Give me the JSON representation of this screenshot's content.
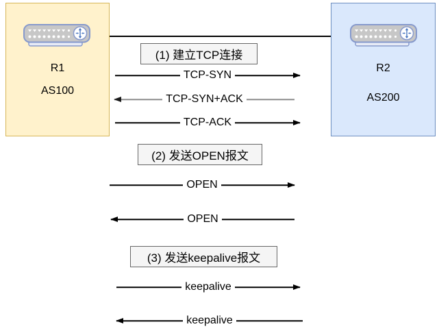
{
  "actors": [
    {
      "name": "R1",
      "asn": "AS100"
    },
    {
      "name": "R2",
      "asn": "AS200"
    }
  ],
  "phases": [
    {
      "label": "(1) 建立TCP连接"
    },
    {
      "label": "(2) 发送OPEN报文"
    },
    {
      "label": "(3) 发送keepalive报文"
    }
  ],
  "messages": [
    {
      "label": "TCP-SYN",
      "direction": "right"
    },
    {
      "label": "TCP-SYN+ACK",
      "direction": "left"
    },
    {
      "label": "TCP-ACK",
      "direction": "right"
    },
    {
      "label": "OPEN",
      "direction": "right"
    },
    {
      "label": "OPEN",
      "direction": "left"
    },
    {
      "label": "keepalive",
      "direction": "right"
    },
    {
      "label": "keepalive",
      "direction": "left"
    }
  ],
  "icons": {
    "router": "router-icon"
  },
  "colors": {
    "actor_r1_fill": "#FFF2CC",
    "actor_r1_border": "#D6B656",
    "actor_r2_fill": "#DAE8FC",
    "actor_r2_border": "#6C8EBF",
    "phase_fill": "#F5F5F5",
    "phase_border": "#666666",
    "arrow": "#000000",
    "arrow_muted_line": "#8C8C8C",
    "router_icon_accent": "#4D79C2"
  }
}
